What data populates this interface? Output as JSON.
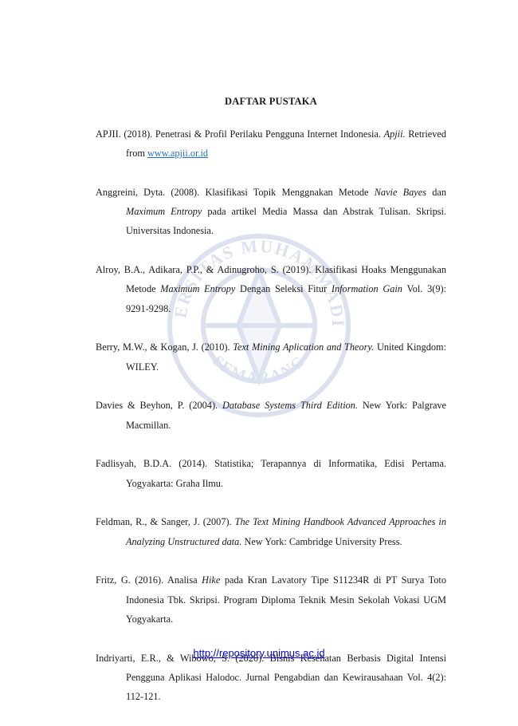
{
  "heading": "DAFTAR PUSTAKA",
  "watermark": {
    "top_text": "UNIVERSITAS MUHAMMADIYAH",
    "bottom_text": "SEMARANG",
    "color": "#2a4ea0"
  },
  "references": [
    {
      "segments": [
        {
          "t": "APJII. (2018). Penetrasi & Profil Perilaku Pengguna Internet Indonesia. "
        },
        {
          "t": "Apjii.",
          "i": true
        },
        {
          "t": " Retrieved from "
        },
        {
          "t": "www.apjii.or.id",
          "link": true
        }
      ]
    },
    {
      "segments": [
        {
          "t": "Anggreini, Dyta. (2008). Klasifikasi Topik Menggnakan Metode "
        },
        {
          "t": "Navie Bayes",
          "i": true
        },
        {
          "t": " dan "
        },
        {
          "t": "Maximum Entropy",
          "i": true
        },
        {
          "t": " pada artikel Media Massa dan Abstrak Tulisan. Skripsi. Universitas Indonesia."
        }
      ]
    },
    {
      "segments": [
        {
          "t": "Alroy, B.A., Adikara, P.P., & Adinugroho, S. (2019). Klasifikasi Hoaks Menggunakan Metode "
        },
        {
          "t": "Maximum Entropy",
          "i": true
        },
        {
          "t": " Dengan Seleksi Fitur "
        },
        {
          "t": "Information Gain",
          "i": true
        },
        {
          "t": " Vol. 3(9): 9291-9298."
        }
      ]
    },
    {
      "segments": [
        {
          "t": "Berry, M.W., & Kogan, J. (2010). "
        },
        {
          "t": "Text Mining Aplication and Theory.",
          "i": true
        },
        {
          "t": " United Kingdom: WILEY."
        }
      ]
    },
    {
      "segments": [
        {
          "t": "Davies & Beyhon, P. (2004). "
        },
        {
          "t": "Database Systems Third Edition.",
          "i": true
        },
        {
          "t": " New York: Palgrave Macmillan."
        }
      ]
    },
    {
      "segments": [
        {
          "t": "Fadlisyah, B.D.A. (2014). Statistika; Terapannya di Informatika, Edisi Pertama. Yogyakarta: Graha Ilmu."
        }
      ]
    },
    {
      "segments": [
        {
          "t": "Feldman, R., & Sanger, J. (2007). "
        },
        {
          "t": "The Text Mining Handbook Advanced Approaches in Analyzing Unstructured data.",
          "i": true
        },
        {
          "t": " New York: Cambridge University Press."
        }
      ]
    },
    {
      "segments": [
        {
          "t": "Fritz, G. (2016). Analisa "
        },
        {
          "t": "Hike",
          "i": true
        },
        {
          "t": " pada Kran Lavatory Tipe S11234R di PT Surya Toto Indonesia Tbk. Skripsi. Program Diploma Teknik Mesin Sekolah Vokasi UGM Yogyakarta."
        }
      ]
    },
    {
      "segments": [
        {
          "t": "Indriyarti, E.R., & Wibowo, S. (2020). Bisnis Kesehatan Berbasis Digital Intensi Pengguna Aplikasi Halodoc. Jurnal Pengabdian dan Kewirausahaan Vol. 4(2): 112-121."
        }
      ]
    }
  ],
  "footer": {
    "url": "http://repository.unimus.ac.id"
  }
}
